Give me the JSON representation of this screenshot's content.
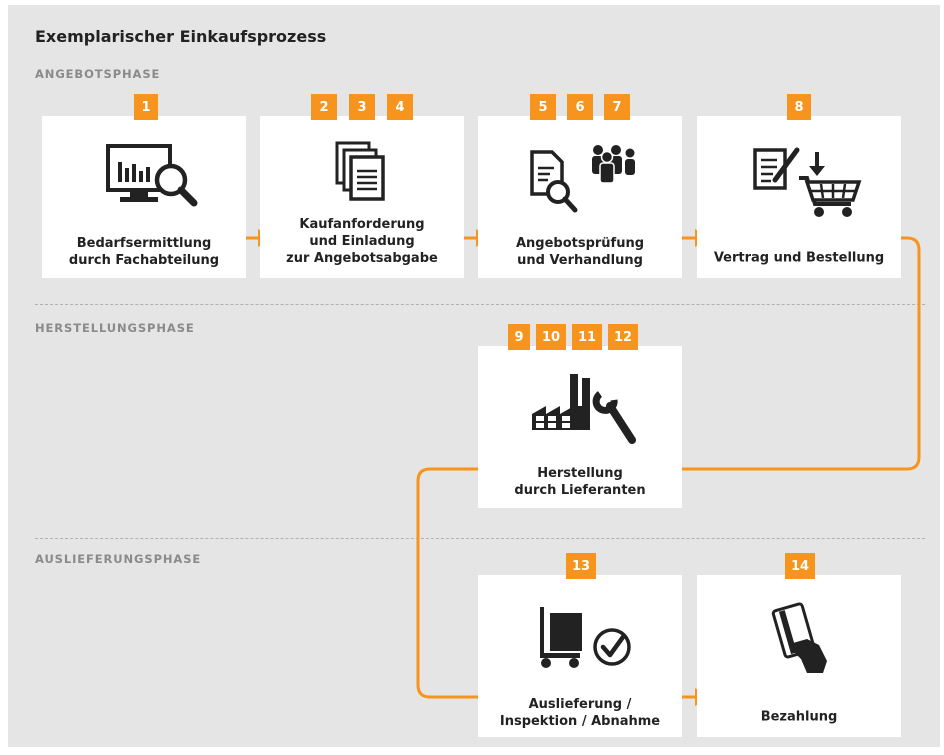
{
  "title": "Exemplarischer Einkaufsprozess",
  "phases": {
    "angebot": "ANGEBOTSPHASE",
    "herstellung": "HERSTELLUNGSPHASE",
    "auslieferung": "AUSLIEFERUNGSPHASE"
  },
  "colors": {
    "accent": "#f7941d",
    "background": "#e5e5e5",
    "box": "#ffffff",
    "icon": "#222222"
  },
  "steps": [
    {
      "badges": [
        "1"
      ],
      "lines": [
        "Bedarfsermittlung",
        "durch Fachabteilung"
      ],
      "icon": "monitor-analytics-icon"
    },
    {
      "badges": [
        "2",
        "3",
        "4"
      ],
      "lines": [
        "Kaufanforderung",
        "und Einladung",
        "zur Angebotsabgabe"
      ],
      "icon": "documents-icon"
    },
    {
      "badges": [
        "5",
        "6",
        "7"
      ],
      "lines": [
        "Angebotsprüfung",
        "und Verhandlung"
      ],
      "icon": "document-search-people-icon"
    },
    {
      "badges": [
        "8"
      ],
      "lines": [
        "Vertrag und Bestellung"
      ],
      "icon": "contract-cart-icon"
    },
    {
      "badges": [
        "9",
        "10",
        "11",
        "12"
      ],
      "lines": [
        "Herstellung",
        "durch Lieferanten"
      ],
      "icon": "factory-wrench-icon"
    },
    {
      "badges": [
        "13"
      ],
      "lines": [
        "Auslieferung /",
        "Inspektion / Abnahme"
      ],
      "icon": "delivery-check-icon"
    },
    {
      "badges": [
        "14"
      ],
      "lines": [
        "Bezahlung"
      ],
      "icon": "card-payment-icon"
    }
  ]
}
